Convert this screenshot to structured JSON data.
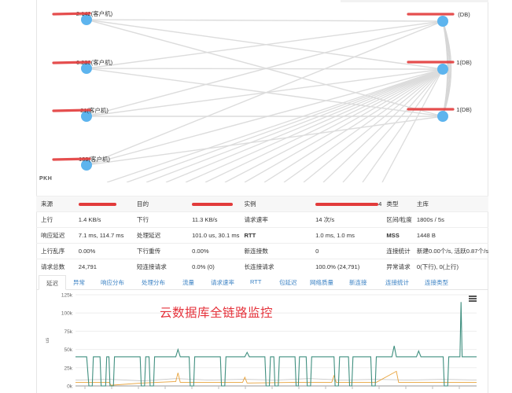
{
  "topology": {
    "clients": [
      {
        "label": "2.142(客户机)"
      },
      {
        "label": "6.230(客户机)"
      },
      {
        "label": "21(客户机)"
      },
      {
        "label": "189(客户机)"
      }
    ],
    "dbs": [
      {
        "label": "(DB)"
      },
      {
        "label": "1(DB)"
      },
      {
        "label": "1(DB)"
      }
    ],
    "footer": "PKH"
  },
  "info": {
    "rows": [
      [
        {
          "label": "来源",
          "value": ""
        },
        {
          "label": "目的",
          "value": ""
        },
        {
          "label": "实例",
          "value": "4"
        },
        {
          "label": "类型",
          "value": "主库"
        }
      ],
      [
        {
          "label": "上行",
          "value": "1.4 KB/s"
        },
        {
          "label": "下行",
          "value": "11.3 KB/s"
        },
        {
          "label": "请求速率",
          "value": "14 次/s"
        },
        {
          "label": "区间/粒度",
          "value": "1800s / 5s"
        }
      ],
      [
        {
          "label": "响应延迟",
          "value": "7.1 ms, 114.7 ms"
        },
        {
          "label": "处理延迟",
          "value": "101.0 us, 30.1 ms"
        },
        {
          "label": "RTT",
          "value": "1.0 ms, 1.0 ms"
        },
        {
          "label": "MSS",
          "value": "1448 B"
        }
      ],
      [
        {
          "label": "上行乱序",
          "value": "0.00%"
        },
        {
          "label": "下行重传",
          "value": "0.00%"
        },
        {
          "label": "新连接数",
          "value": "0"
        },
        {
          "label": "连接统计",
          "value": "新建0.00个/s, 活跃0.87个/s"
        }
      ],
      [
        {
          "label": "请求总数",
          "value": "24,791"
        },
        {
          "label": "短连接请求",
          "value": "0.0% (0)"
        },
        {
          "label": "长连接请求",
          "value": "100.0% (24,791)"
        },
        {
          "label": "异常请求",
          "value": "0(下行), 0(上行)"
        }
      ]
    ]
  },
  "tabs": [
    {
      "label": "延迟",
      "active": true
    },
    {
      "label": "异常"
    },
    {
      "label": "响应分布"
    },
    {
      "label": "处理分布"
    },
    {
      "label": "流量"
    },
    {
      "label": "请求速率"
    },
    {
      "label": "RTT"
    },
    {
      "label": "包延迟"
    },
    {
      "label": "网络质量"
    },
    {
      "label": "新连接"
    },
    {
      "label": "连接统计"
    },
    {
      "label": "连接类型"
    }
  ],
  "overlay": {
    "title": "云数据库全链路监控"
  },
  "chart_data": {
    "type": "line",
    "ylabel": "us",
    "yticks": [
      "0k",
      "25k",
      "50k",
      "75k",
      "100k",
      "125k"
    ],
    "ylim": [
      0,
      125000
    ],
    "xlim": [
      0,
      360
    ],
    "legend": "none",
    "grid": true,
    "series": [
      {
        "color": "#3f8f7f",
        "points": [
          [
            0,
            40000
          ],
          [
            10,
            40000
          ],
          [
            12,
            0
          ],
          [
            15,
            0
          ],
          [
            16,
            40000
          ],
          [
            22,
            40000
          ],
          [
            23,
            0
          ],
          [
            27,
            0
          ],
          [
            28,
            40000
          ],
          [
            30,
            40000
          ],
          [
            31,
            0
          ],
          [
            34,
            0
          ],
          [
            35,
            40000
          ],
          [
            58,
            40000
          ],
          [
            59,
            0
          ],
          [
            62,
            0
          ],
          [
            63,
            40000
          ],
          [
            66,
            40000
          ],
          [
            67,
            0
          ],
          [
            70,
            0
          ],
          [
            71,
            40000
          ],
          [
            90,
            40000
          ],
          [
            92,
            50000
          ],
          [
            94,
            40000
          ],
          [
            102,
            40000
          ],
          [
            103,
            0
          ],
          [
            106,
            0
          ],
          [
            107,
            40000
          ],
          [
            130,
            40000
          ],
          [
            131,
            0
          ],
          [
            134,
            0
          ],
          [
            135,
            40000
          ],
          [
            152,
            40000
          ],
          [
            154,
            46000
          ],
          [
            156,
            40000
          ],
          [
            170,
            40000
          ],
          [
            171,
            0
          ],
          [
            174,
            0
          ],
          [
            175,
            40000
          ],
          [
            178,
            40000
          ],
          [
            179,
            0
          ],
          [
            182,
            0
          ],
          [
            183,
            40000
          ],
          [
            197,
            40000
          ],
          [
            198,
            0
          ],
          [
            200,
            0
          ],
          [
            201,
            40000
          ],
          [
            207,
            40000
          ],
          [
            208,
            0
          ],
          [
            211,
            0
          ],
          [
            212,
            40000
          ],
          [
            232,
            40000
          ],
          [
            233,
            0
          ],
          [
            236,
            0
          ],
          [
            237,
            40000
          ],
          [
            245,
            40000
          ],
          [
            246,
            0
          ],
          [
            248,
            0
          ],
          [
            249,
            40000
          ],
          [
            265,
            40000
          ],
          [
            266,
            0
          ],
          [
            269,
            0
          ],
          [
            270,
            40000
          ],
          [
            284,
            40000
          ],
          [
            286,
            55000
          ],
          [
            288,
            40000
          ],
          [
            306,
            40000
          ],
          [
            308,
            48000
          ],
          [
            310,
            40000
          ],
          [
            330,
            40000
          ],
          [
            331,
            0
          ],
          [
            334,
            0
          ],
          [
            335,
            40000
          ],
          [
            345,
            40000
          ],
          [
            346,
            115000
          ],
          [
            347,
            40000
          ],
          [
            360,
            40000
          ]
        ]
      },
      {
        "color": "#e8a23a",
        "points": [
          [
            0,
            5000
          ],
          [
            30,
            5000
          ],
          [
            32,
            1000
          ],
          [
            60,
            4000
          ],
          [
            90,
            6000
          ],
          [
            92,
            18000
          ],
          [
            94,
            5000
          ],
          [
            150,
            5000
          ],
          [
            152,
            12000
          ],
          [
            154,
            4000
          ],
          [
            200,
            5000
          ],
          [
            230,
            5000
          ],
          [
            232,
            14000
          ],
          [
            234,
            5000
          ],
          [
            270,
            5000
          ],
          [
            288,
            20000
          ],
          [
            290,
            5000
          ],
          [
            330,
            5000
          ],
          [
            360,
            5000
          ]
        ]
      },
      {
        "color": "#c9c9c9",
        "points": [
          [
            0,
            8000
          ],
          [
            30,
            9000
          ],
          [
            60,
            7000
          ],
          [
            90,
            10000
          ],
          [
            120,
            8000
          ],
          [
            150,
            9000
          ],
          [
            180,
            8000
          ],
          [
            210,
            10000
          ],
          [
            240,
            8000
          ],
          [
            270,
            9000
          ],
          [
            300,
            8000
          ],
          [
            330,
            9000
          ],
          [
            360,
            8000
          ]
        ]
      }
    ]
  }
}
